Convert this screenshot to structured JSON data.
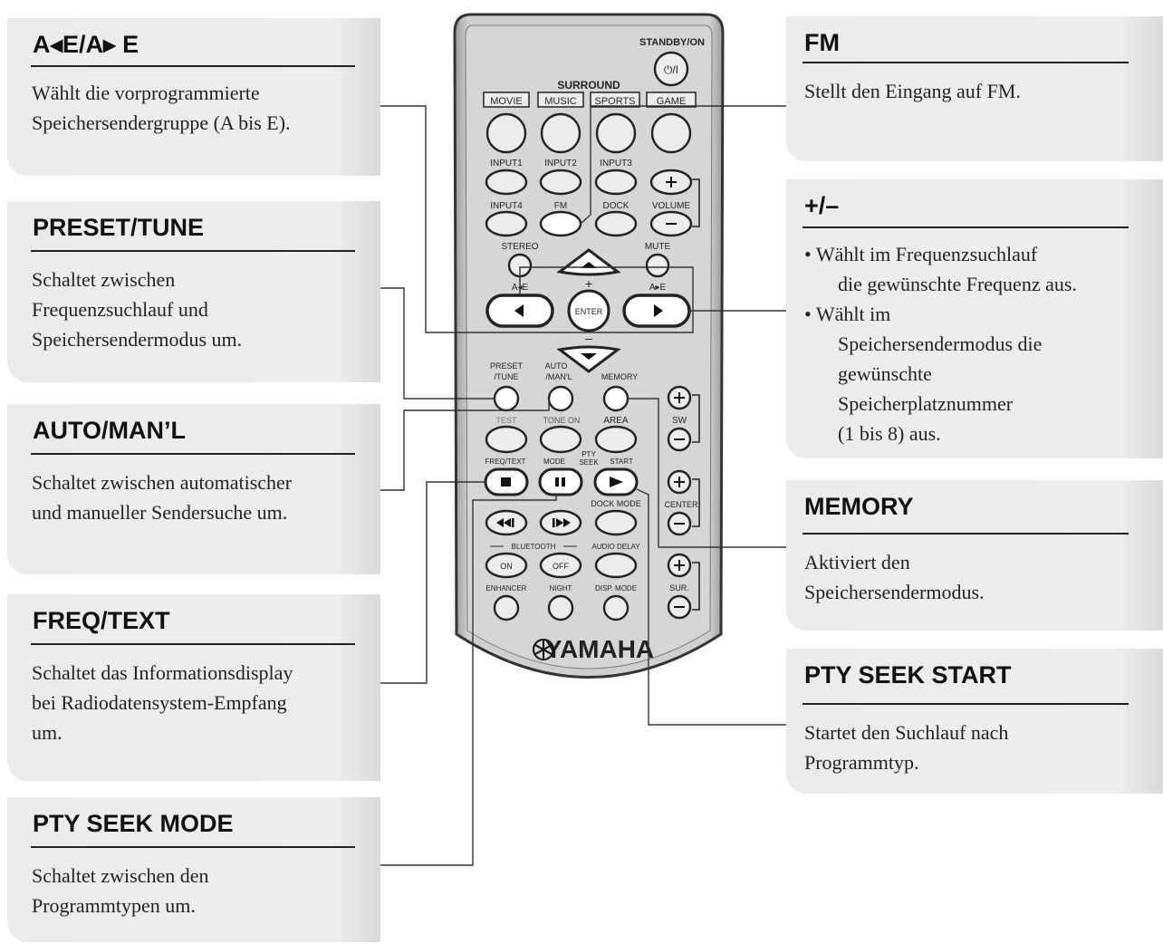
{
  "left_callouts": [
    {
      "title": "A◂E/A▸ E",
      "lines": [
        "Wählt die vorprogrammierte",
        "Speichersendergruppe (A bis E)."
      ]
    },
    {
      "title": "PRESET/TUNE",
      "lines": [
        "Schaltet zwischen",
        "Frequenzsuchlauf und",
        "Speichersendermodus um."
      ]
    },
    {
      "title": "AUTO/MAN’L",
      "lines": [
        "Schaltet zwischen automatischer",
        "und manueller Sendersuche um."
      ]
    },
    {
      "title": "FREQ/TEXT",
      "lines": [
        "Schaltet das Informationsdisplay",
        "bei Radiodatensystem-Empfang",
        "um."
      ]
    },
    {
      "title": "PTY SEEK MODE",
      "lines": [
        "Schaltet zwischen den",
        "Programmtypen um."
      ]
    }
  ],
  "right_callouts": [
    {
      "title": "FM",
      "lines": [
        "Stellt den Eingang auf FM."
      ]
    },
    {
      "title": "+/–",
      "bullets": [
        {
          "lines": [
            "Wählt im Frequenzsuchlauf",
            "die gewünschte Frequenz aus."
          ]
        },
        {
          "lines": [
            "Wählt im",
            "Speichersendermodus die",
            "gewünschte",
            "Speicherplatznummer",
            "(1 bis 8) aus."
          ]
        }
      ]
    },
    {
      "title": "MEMORY",
      "lines": [
        "Aktiviert den",
        "Speichersendermodus."
      ]
    },
    {
      "title": "PTY SEEK START",
      "lines": [
        "Startet den Suchlauf nach",
        "Programmtyp."
      ]
    }
  ],
  "remote": {
    "standby_label": "STANDBY/ON",
    "standby_symbol": "⏻/I",
    "surround_label": "SURROUND",
    "surround_buttons": [
      "MOVIE",
      "MUSIC",
      "SPORTS",
      "GAME"
    ],
    "input_labels": [
      "INPUT1",
      "INPUT2",
      "INPUT3"
    ],
    "row2_labels": [
      "INPUT4",
      "FM",
      "DOCK",
      "VOLUME"
    ],
    "stereo_label": "STEREO",
    "mute_label": "MUTE",
    "plus_label": "+",
    "minus_label": "–",
    "left_group_label": "A◂E",
    "right_group_label": "A▸E",
    "enter_label": "ENTER",
    "preset_label": [
      "PRESET",
      "/TUNE"
    ],
    "auto_label": [
      "AUTO",
      "/MAN'L"
    ],
    "memory_label": "MEMORY",
    "test_label": "TEST",
    "toneon_label": "TONE ON",
    "area_label": "AREA",
    "sw_label": "SW",
    "freqtext_label": "FREQ/TEXT",
    "mode_label": "MODE",
    "pty_label": "PTY",
    "seek_label": "SEEK",
    "start_label": "START",
    "dockmode_label": "DOCK MODE",
    "center_label": "CENTER",
    "bluetooth_label": "BLUETOOTH",
    "audiodelay_label": "AUDIO DELAY",
    "on_label": "ON",
    "off_label": "OFF",
    "enhancer_label": "ENHANCER",
    "night_label": "NIGHT",
    "dispmode_label": "DISP. MODE",
    "sur_label": "SUR.",
    "brand": "YAMAHA"
  }
}
